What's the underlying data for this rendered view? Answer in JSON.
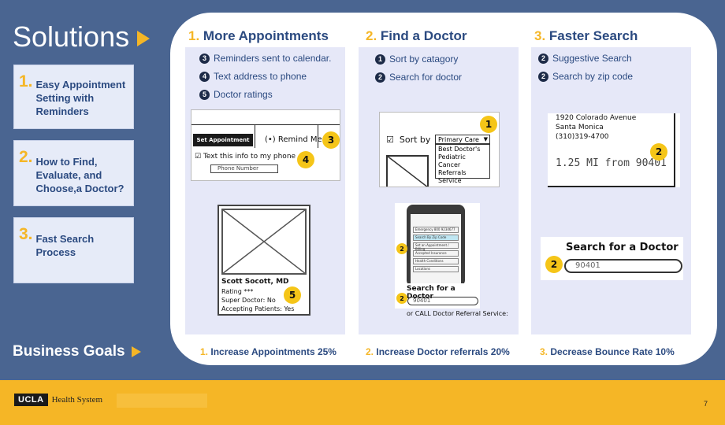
{
  "slide": {
    "title": "Solutions",
    "business_goals": "Business Goals",
    "page_number": "7"
  },
  "branding": {
    "logo_box": "UCLA",
    "logo_text": "Health System"
  },
  "sidebar": [
    {
      "num": "1.",
      "label": "Easy Appointment Setting with Reminders"
    },
    {
      "num": "2.",
      "label": "How to Find, Evaluate, and Choose,a Doctor?"
    },
    {
      "num": "3.",
      "label": "Fast Search Process"
    }
  ],
  "columns": [
    {
      "num": "1.",
      "title": "More Appointments",
      "features": [
        {
          "n": "3",
          "text": "Reminders sent to calendar."
        },
        {
          "n": "4",
          "text": "Text address to phone"
        },
        {
          "n": "5",
          "text": "Doctor ratings"
        }
      ],
      "goal_num": "1.",
      "goal": "Increase Appointments  25%"
    },
    {
      "num": "2.",
      "title": "Find a Doctor",
      "features": [
        {
          "n": "1",
          "text": "Sort by catagory"
        },
        {
          "n": "2",
          "text": "Search for doctor"
        }
      ],
      "goal_num": "2.",
      "goal": "Increase Doctor referrals 20%"
    },
    {
      "num": "3.",
      "title": "Faster Search",
      "features": [
        {
          "n": "2",
          "text": "Suggestive Search"
        },
        {
          "n": "2",
          "text": "Search by zip code"
        }
      ],
      "goal_num": "3.",
      "goal": "Decrease Bounce Rate 10%"
    }
  ],
  "mock_appointment": {
    "button": "Set Appointment",
    "remind": "(•) Remind Me",
    "text_info": "Text this info to my phone",
    "phone_placeholder": "Phone Number",
    "badge_a": "3",
    "badge_b": "4"
  },
  "mock_doctor_card": {
    "name": "Scott Socott, MD",
    "rating": "Rating ***",
    "super": "Super Doctor:  No",
    "accepting": "Accepting Patients: Yes",
    "badge": "5"
  },
  "mock_sort": {
    "label": "Sort by",
    "selected": "Primary Care",
    "options": [
      "Best Doctor's",
      "Pediatric",
      "Cancer",
      "Referrals Service"
    ],
    "badge": "1"
  },
  "mock_phone": {
    "menu": [
      "Emergency 800 9234677",
      "Search By Zip Code",
      "Set an Appointment / Billing",
      "Accepted Insurance",
      "Health Conditions",
      "Locations"
    ],
    "search_title": "Search for a Doctor",
    "search_value": "90401",
    "referral": "or CALL Doctor Referral Service:",
    "badge_a": "2",
    "badge_b": "2"
  },
  "mock_address": {
    "line1": "1920 Colorado Avenue",
    "line2": "Santa Monica",
    "line3": "(310)319-4700",
    "distance": "1.25 MI from 90401",
    "badge": "2"
  },
  "mock_search": {
    "title": "Search for a Doctor",
    "value": "90401",
    "badge": "2"
  }
}
